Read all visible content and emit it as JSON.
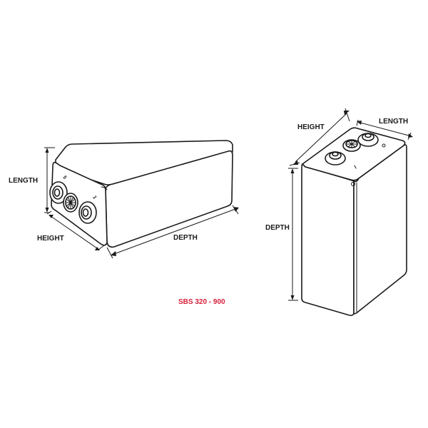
{
  "colors": {
    "line": "#1a1a1a",
    "model_text": "#d61f3a"
  },
  "left_view": {
    "labels": {
      "length": "LENGTH",
      "height": "HEIGHT",
      "depth": "DEPTH"
    },
    "terminal_marks": {
      "a": "5",
      "b": "1"
    }
  },
  "right_view": {
    "labels": {
      "height": "HEIGHT",
      "length": "LENGTH",
      "depth": "DEPTH"
    }
  },
  "model": {
    "text": "SBS 320 - 900"
  }
}
